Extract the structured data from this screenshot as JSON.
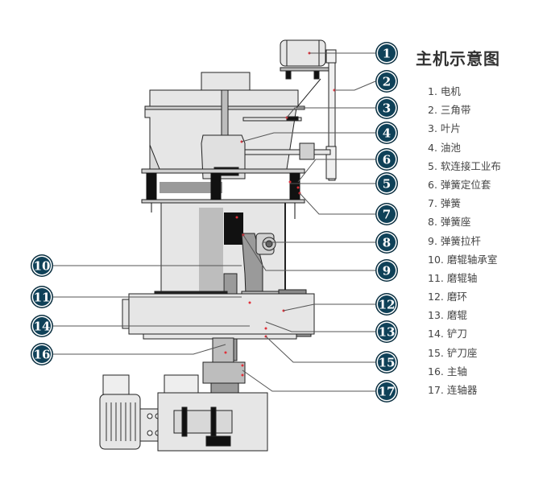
{
  "legend": {
    "title": "主机示意图",
    "items": [
      {
        "num": "1",
        "label": "1. 电机"
      },
      {
        "num": "2",
        "label": "2. 三角带"
      },
      {
        "num": "3",
        "label": "3. 叶片"
      },
      {
        "num": "4",
        "label": "4. 油池"
      },
      {
        "num": "5",
        "label": "5. 软连接工业布"
      },
      {
        "num": "6",
        "label": "6. 弹簧定位套"
      },
      {
        "num": "7",
        "label": "7. 弹簧"
      },
      {
        "num": "8",
        "label": "8. 弹簧座"
      },
      {
        "num": "9",
        "label": "9. 弹簧拉杆"
      },
      {
        "num": "10",
        "label": "10. 磨辊轴承室"
      },
      {
        "num": "11",
        "label": "11. 磨辊轴"
      },
      {
        "num": "12",
        "label": "12. 磨环"
      },
      {
        "num": "13",
        "label": "13. 磨辊"
      },
      {
        "num": "14",
        "label": "14. 铲刀"
      },
      {
        "num": "15",
        "label": "15. 铲刀座"
      },
      {
        "num": "16",
        "label": "16. 主轴"
      },
      {
        "num": "17",
        "label": "17. 连轴器"
      }
    ]
  },
  "callouts": {
    "right": [
      "1",
      "2",
      "3",
      "4",
      "6",
      "5",
      "7",
      "8",
      "9",
      "12",
      "13",
      "15",
      "17"
    ],
    "left": [
      "10",
      "11",
      "14",
      "16"
    ]
  },
  "colors": {
    "callout_fill": "#0f4158",
    "callout_ring": "#ffffff",
    "callout_outline": "#0a2f40",
    "leader_line": "#555555",
    "marker_dot": "#e0303a",
    "light_gray": "#e6e6e6",
    "mid_gray": "#bdbdbd",
    "dark_gray": "#9a9a9a",
    "outline": "#222222"
  }
}
